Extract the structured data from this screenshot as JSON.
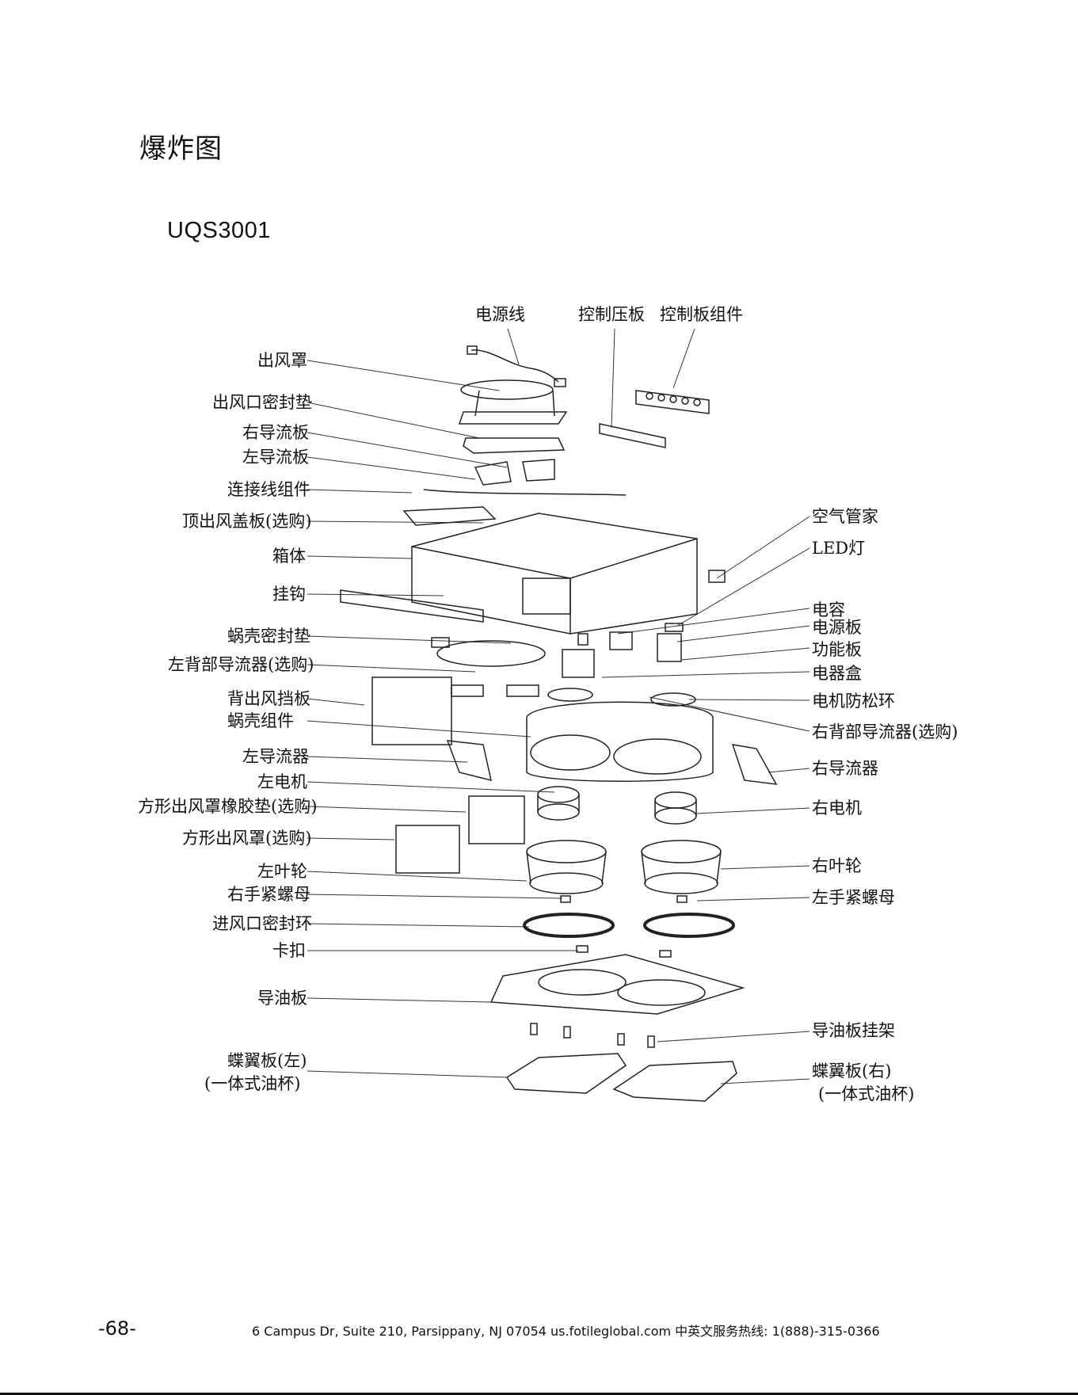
{
  "page": {
    "title": "爆炸图",
    "model": "UQS3001",
    "page_number": "-68-",
    "footer": "6 Campus Dr, Suite 210, Parsippany, NJ 07054   us.fotileglobal.com    中英文服务热线: 1(888)-315-0366"
  },
  "diagram": {
    "top_labels": [
      "电源线",
      "控制压板",
      "控制板组件"
    ],
    "left_labels": [
      "出风罩",
      "出风口密封垫",
      "右导流板",
      "左导流板",
      "连接线组件",
      "顶出风盖板(选购)",
      "箱体",
      "挂钩",
      "蜗壳密封垫",
      "左背部导流器(选购)",
      "背出风挡板",
      "蜗壳组件",
      "左导流器",
      "左电机",
      "方形出风罩橡胶垫(选购)",
      "方形出风罩(选购)",
      "左叶轮",
      "右手紧螺母",
      "进风口密封环",
      "卡扣",
      "导油板",
      "蝶翼板(左)",
      "(一体式油杯)"
    ],
    "right_labels": [
      "空气管家",
      "LED灯",
      "电容",
      "电源板",
      "功能板",
      "电器盒",
      "电机防松环",
      "右背部导流器(选购)",
      "右导流器",
      "右电机",
      "右叶轮",
      "左手紧螺母",
      "导油板挂架",
      "蝶翼板(右)",
      "(一体式油杯)"
    ]
  }
}
